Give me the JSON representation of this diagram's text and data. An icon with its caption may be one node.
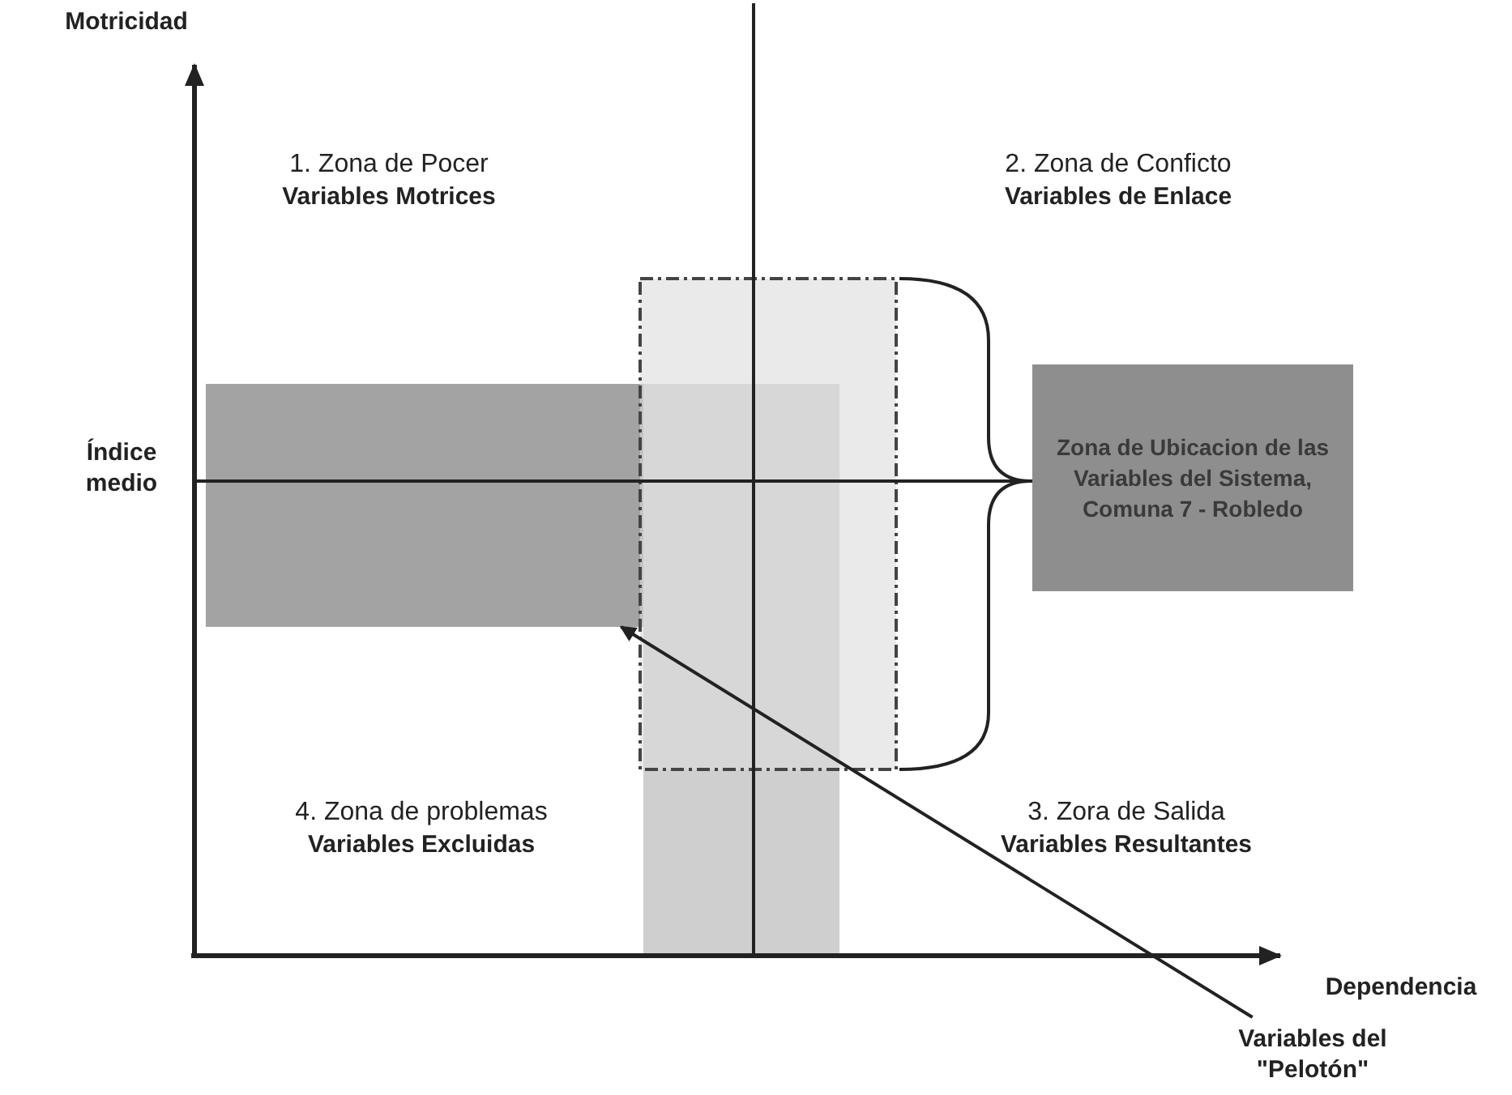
{
  "diagram": {
    "nodes": [
      {
        "text": [
          "Zona de Ubicacion de las Variables del Sistema, Comuna 7 - Robledo"
        ]
      },
      {
        "text": [
          "Variables del \"Pelotón\""
        ]
      },
      {
        "text": [],
        "shape": "bar"
      },
      {
        "text": [],
        "shape": "bar"
      }
    ],
    "edges": [
      {
        "from": 1,
        "to": 2,
        "arrow": "to"
      }
    ],
    "labels": [
      "Motricidad",
      "1. Zona de Pocer",
      "Variables Motrices",
      "2. Zona de Conficto",
      "Variables de Enlace",
      "Índice medio",
      "4. Zona de problemas",
      "Variables Excluidas",
      "3. Zora de Salida",
      "Variables Resultantes",
      "Dependencia"
    ]
  }
}
